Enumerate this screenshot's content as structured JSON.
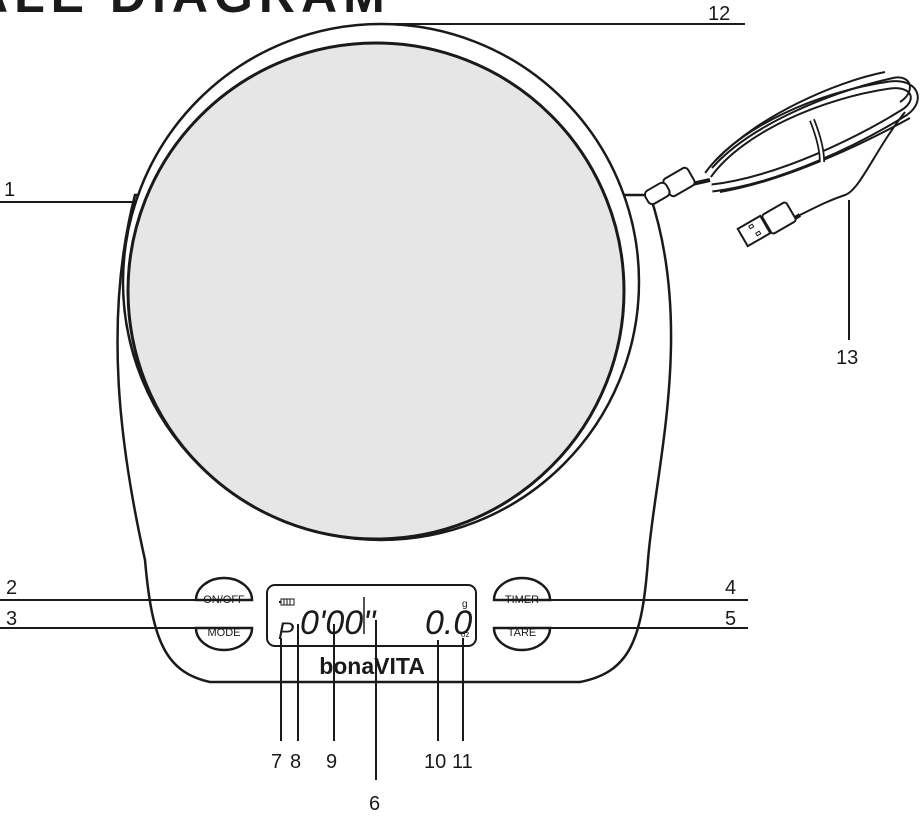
{
  "title": "ALE DIAGRAM",
  "buttons": {
    "on_off": "ON/OFF",
    "mode": "MODE",
    "timer": "TIMER",
    "tare": "TARE"
  },
  "display": {
    "mode_char": "P",
    "time": "0'00\"",
    "weight": "0.0",
    "unit_g": "g",
    "unit_oz": "oz"
  },
  "brand": "bonaVITA",
  "callouts": {
    "c1": "1",
    "c2": "2",
    "c3": "3",
    "c4": "4",
    "c5": "5",
    "c6": "6",
    "c7": "7",
    "c8": "8",
    "c9": "9",
    "c10": "10",
    "c11": "11",
    "c12": "12",
    "c13": "13"
  },
  "colors": {
    "platform": "#e6e6e6",
    "outline": "#1a1a1a",
    "background": "#ffffff"
  }
}
